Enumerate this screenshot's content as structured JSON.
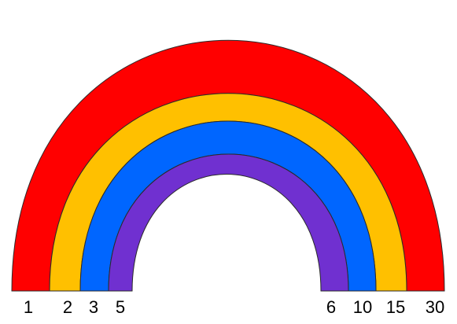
{
  "bands": [
    {
      "color_name": "red",
      "color": "#ff0000"
    },
    {
      "color_name": "yellow",
      "color": "#ffc000"
    },
    {
      "color_name": "blue",
      "color": "#0066ff"
    },
    {
      "color_name": "purple",
      "color": "#7030d0"
    }
  ],
  "labels": {
    "left": [
      "1",
      "2",
      "3",
      "5"
    ],
    "right": [
      "6",
      "10",
      "15",
      "30"
    ]
  }
}
